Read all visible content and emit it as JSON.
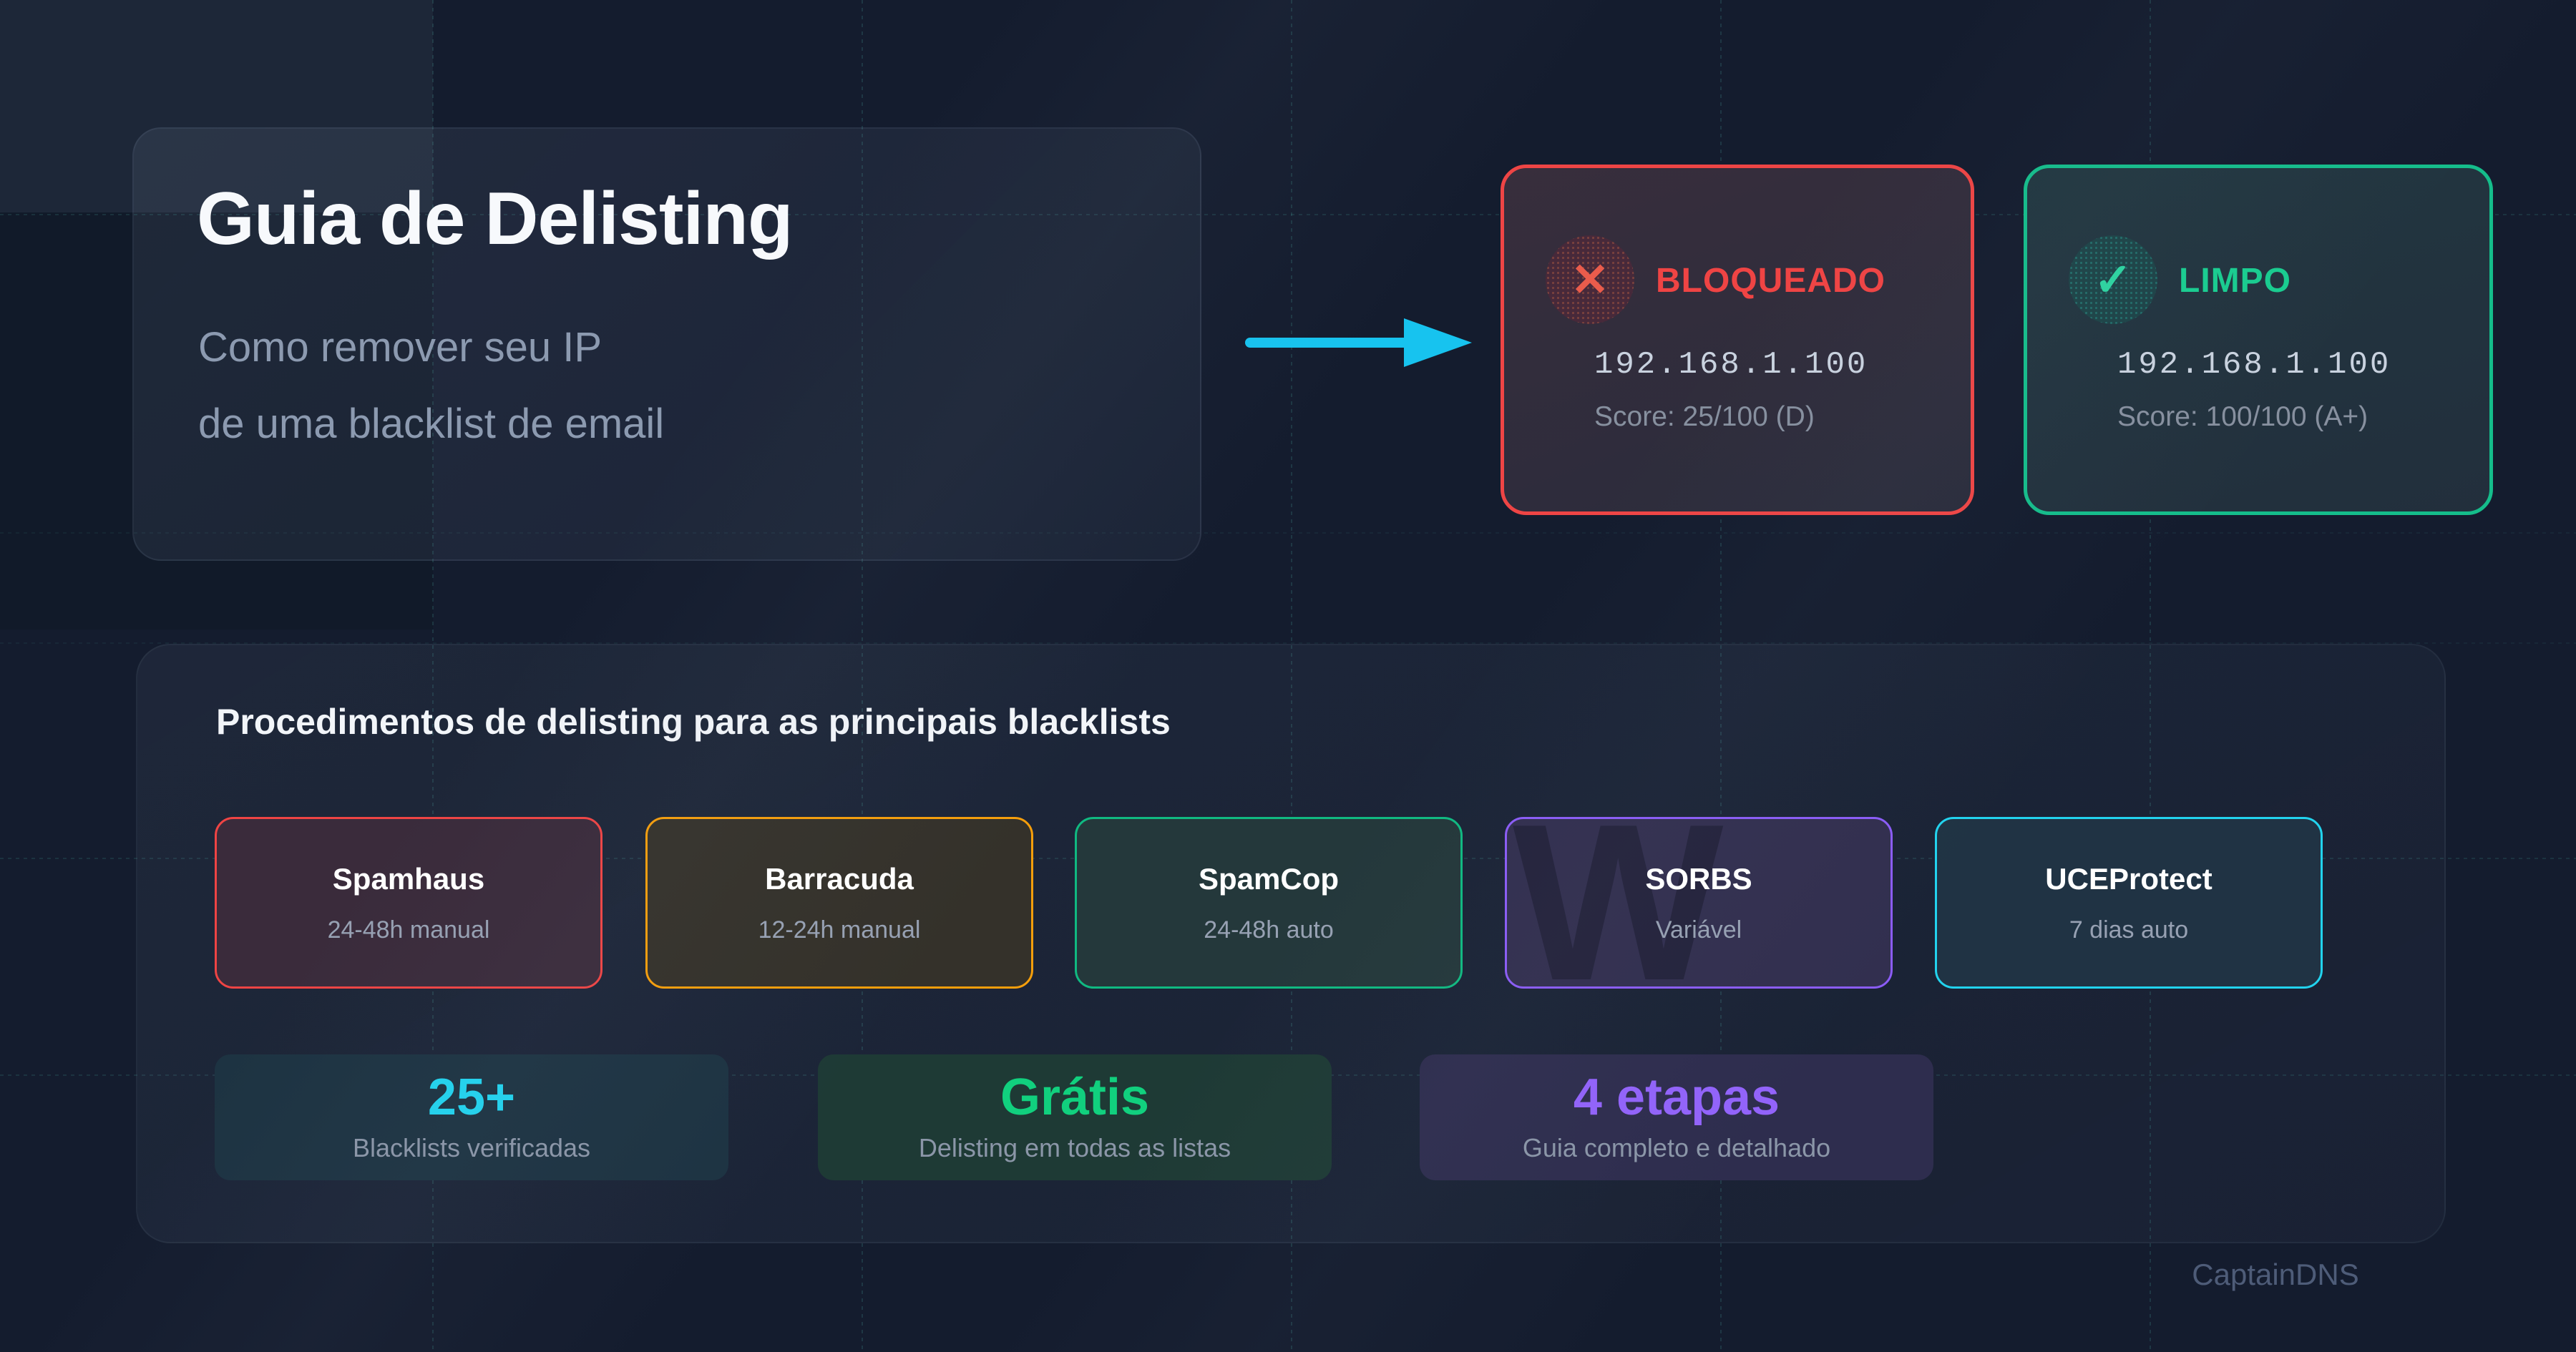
{
  "header": {
    "title": "Guia de Delisting",
    "subtitle_line1": "Como remover seu IP",
    "subtitle_line2": "de uma blacklist de email"
  },
  "status_cards": {
    "blocked": {
      "icon_glyph": "✕",
      "label": "BLOQUEADO",
      "ip": "192.168.1.100",
      "score": "Score: 25/100 (D)",
      "accent_color": "#ef4444"
    },
    "clean": {
      "icon_glyph": "✓",
      "label": "LIMPO",
      "ip": "192.168.1.100",
      "score": "Score: 100/100 (A+)",
      "accent_color": "#10b981"
    }
  },
  "panel": {
    "heading": "Procedimentos de delisting para as principais blacklists",
    "blacklists": [
      {
        "name": "Spamhaus",
        "time": "24-48h manual",
        "accent_color": "#ef4444"
      },
      {
        "name": "Barracuda",
        "time": "12-24h manual",
        "accent_color": "#f59e0b"
      },
      {
        "name": "SpamCop",
        "time": "24-48h auto",
        "accent_color": "#10b981"
      },
      {
        "name": "SORBS",
        "time": "Variável",
        "accent_color": "#8b5cf6"
      },
      {
        "name": "UCEProtect",
        "time": "7 dias auto",
        "accent_color": "#22d3ee"
      }
    ],
    "sorbs_watermark_glyph": "W",
    "stats": [
      {
        "value": "25+",
        "label": "Blacklists verificadas",
        "accent_color": "#22d3ee"
      },
      {
        "value": "Grátis",
        "label": "Delisting em todas as listas",
        "accent_color": "#10b981"
      },
      {
        "value": "4 etapas",
        "label": "Guia completo e detalhado",
        "accent_color": "#8b5cf6"
      }
    ]
  },
  "watermark": "CaptainDNS",
  "colors": {
    "background": "#141c2e",
    "grid_line": "#5eead4",
    "arrow": "#17c3ef",
    "ip_text": "#c9d2df",
    "muted_text": "#8c9ab0"
  }
}
